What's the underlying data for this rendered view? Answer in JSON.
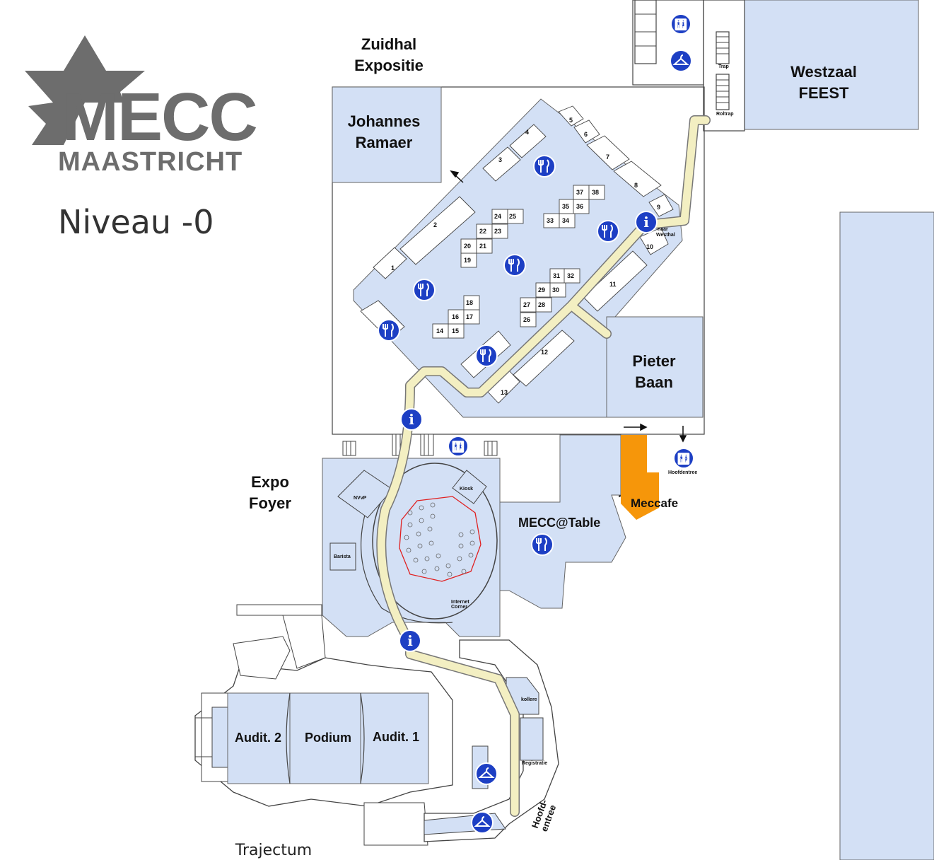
{
  "branding": {
    "logo_text": "MECC",
    "logo_subtext": "MAASTRICHT",
    "logo_color": "#6d6d6d",
    "level_title": "Niveau -0"
  },
  "colors": {
    "hall_fill": "#d3e0f5",
    "route_fill": "#f3efc2",
    "icon_blue": "#1d3fc4",
    "meccafe_orange": "#f6960a",
    "seating_red": "#e02020"
  },
  "labels": {
    "zuidhal_1": "Zuidhal",
    "zuidhal_2": "Expositie",
    "johannes_1": "Johannes",
    "johannes_2": "Ramaer",
    "westzaal_1": "Westzaal",
    "westzaal_2": "FEEST",
    "pieter_1": "Pieter",
    "pieter_2": "Baan",
    "expo_1": "Expo",
    "expo_2": "Foyer",
    "mecc_table": "MECC@Table",
    "meccafe": "Meccafe",
    "hoofdentree_small": "Hoofdentree",
    "audit2": "Audit. 2",
    "podium": "Podium",
    "audit1": "Audit. 1",
    "trajectum": "Trajectum",
    "hoofd_1": "Hoofd-",
    "hoofd_2": "entree",
    "nvvp": "NVvP",
    "kiosk": "Kiosk",
    "barista": "Barista",
    "internet": "Internet",
    "corner": "Corner",
    "kollere": "kollere",
    "registratie": "Registratie",
    "naar": "naar",
    "westhal": "Westhal",
    "trap": "Trap",
    "roltrap": "Roltrap"
  },
  "booths": [
    "1",
    "2",
    "3",
    "4",
    "5",
    "6",
    "7",
    "8",
    "9",
    "10",
    "11",
    "12",
    "13",
    "14",
    "15",
    "16",
    "17",
    "18",
    "19",
    "20",
    "21",
    "22",
    "23",
    "24",
    "25",
    "26",
    "27",
    "28",
    "29",
    "30",
    "31",
    "32",
    "33",
    "34",
    "35",
    "36",
    "37",
    "38"
  ],
  "icons": {
    "info": "info-icon",
    "restaurant": "restaurant-icon",
    "toilet": "toilet-icon",
    "cloakroom": "cloakroom-icon"
  }
}
